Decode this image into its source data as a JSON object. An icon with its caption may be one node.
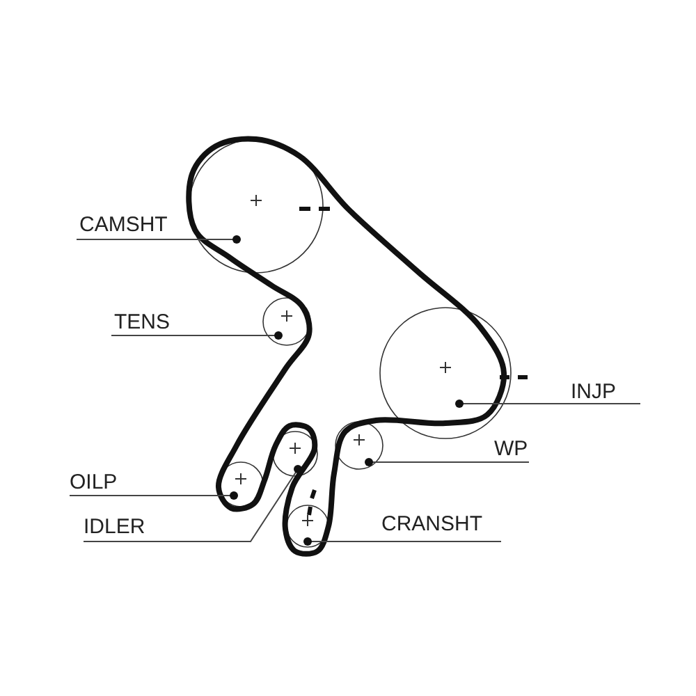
{
  "diagram": {
    "nodes": [
      {
        "text": [
          "CAMSHT"
        ]
      },
      {
        "text": [
          "TENS"
        ]
      },
      {
        "text": [
          "INJP"
        ]
      },
      {
        "text": [
          "WP"
        ]
      },
      {
        "text": [
          "OILP"
        ]
      },
      {
        "text": [
          "IDLER"
        ]
      },
      {
        "text": [
          "CRANSHT"
        ]
      },
      {
        "text": [],
        "shape": "circle"
      },
      {
        "text": [],
        "shape": "circle"
      },
      {
        "text": [],
        "shape": "circle"
      },
      {
        "text": [],
        "shape": "circle"
      },
      {
        "text": [],
        "shape": "circle"
      },
      {
        "text": [],
        "shape": "circle"
      },
      {
        "text": [],
        "shape": "circle"
      }
    ],
    "edges": [
      {
        "from": 0,
        "to": 7,
        "arrow": "other"
      },
      {
        "from": 1,
        "to": 8,
        "arrow": "other"
      },
      {
        "from": 2,
        "to": 9,
        "arrow": "other"
      },
      {
        "from": 3,
        "to": 10,
        "arrow": "other"
      },
      {
        "from": 4,
        "to": 11,
        "arrow": "other"
      },
      {
        "from": 5,
        "to": 12,
        "arrow": "other"
      },
      {
        "from": 6,
        "to": 13,
        "arrow": "other"
      }
    ]
  }
}
